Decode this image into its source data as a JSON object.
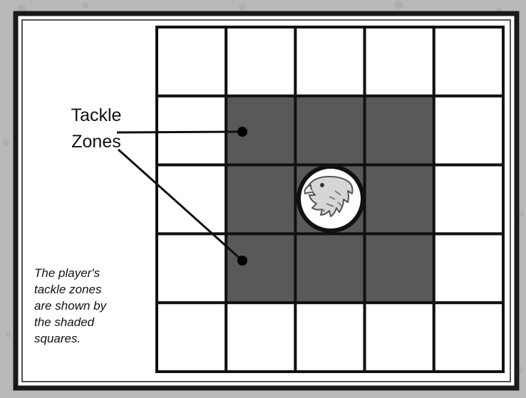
{
  "diagram": {
    "callout_label": [
      "Tackle",
      "Zones"
    ],
    "caption": [
      "The player's",
      "tackle zones",
      "are shown by",
      "the shaded",
      "squares."
    ],
    "grid": {
      "rows": 5,
      "cols": 5,
      "shaded_cells": [
        [
          1,
          1
        ],
        [
          1,
          2
        ],
        [
          1,
          3
        ],
        [
          2,
          1
        ],
        [
          2,
          3
        ],
        [
          3,
          1
        ],
        [
          3,
          2
        ],
        [
          3,
          3
        ]
      ],
      "player_cell": [
        2,
        2
      ]
    },
    "player_token_icon": "eagle-head-icon",
    "colors": {
      "background": "#b9b9b9",
      "panel": "#ffffff",
      "shaded": "#595959",
      "grid_line": "#111111",
      "cell": "#ffffff"
    }
  }
}
